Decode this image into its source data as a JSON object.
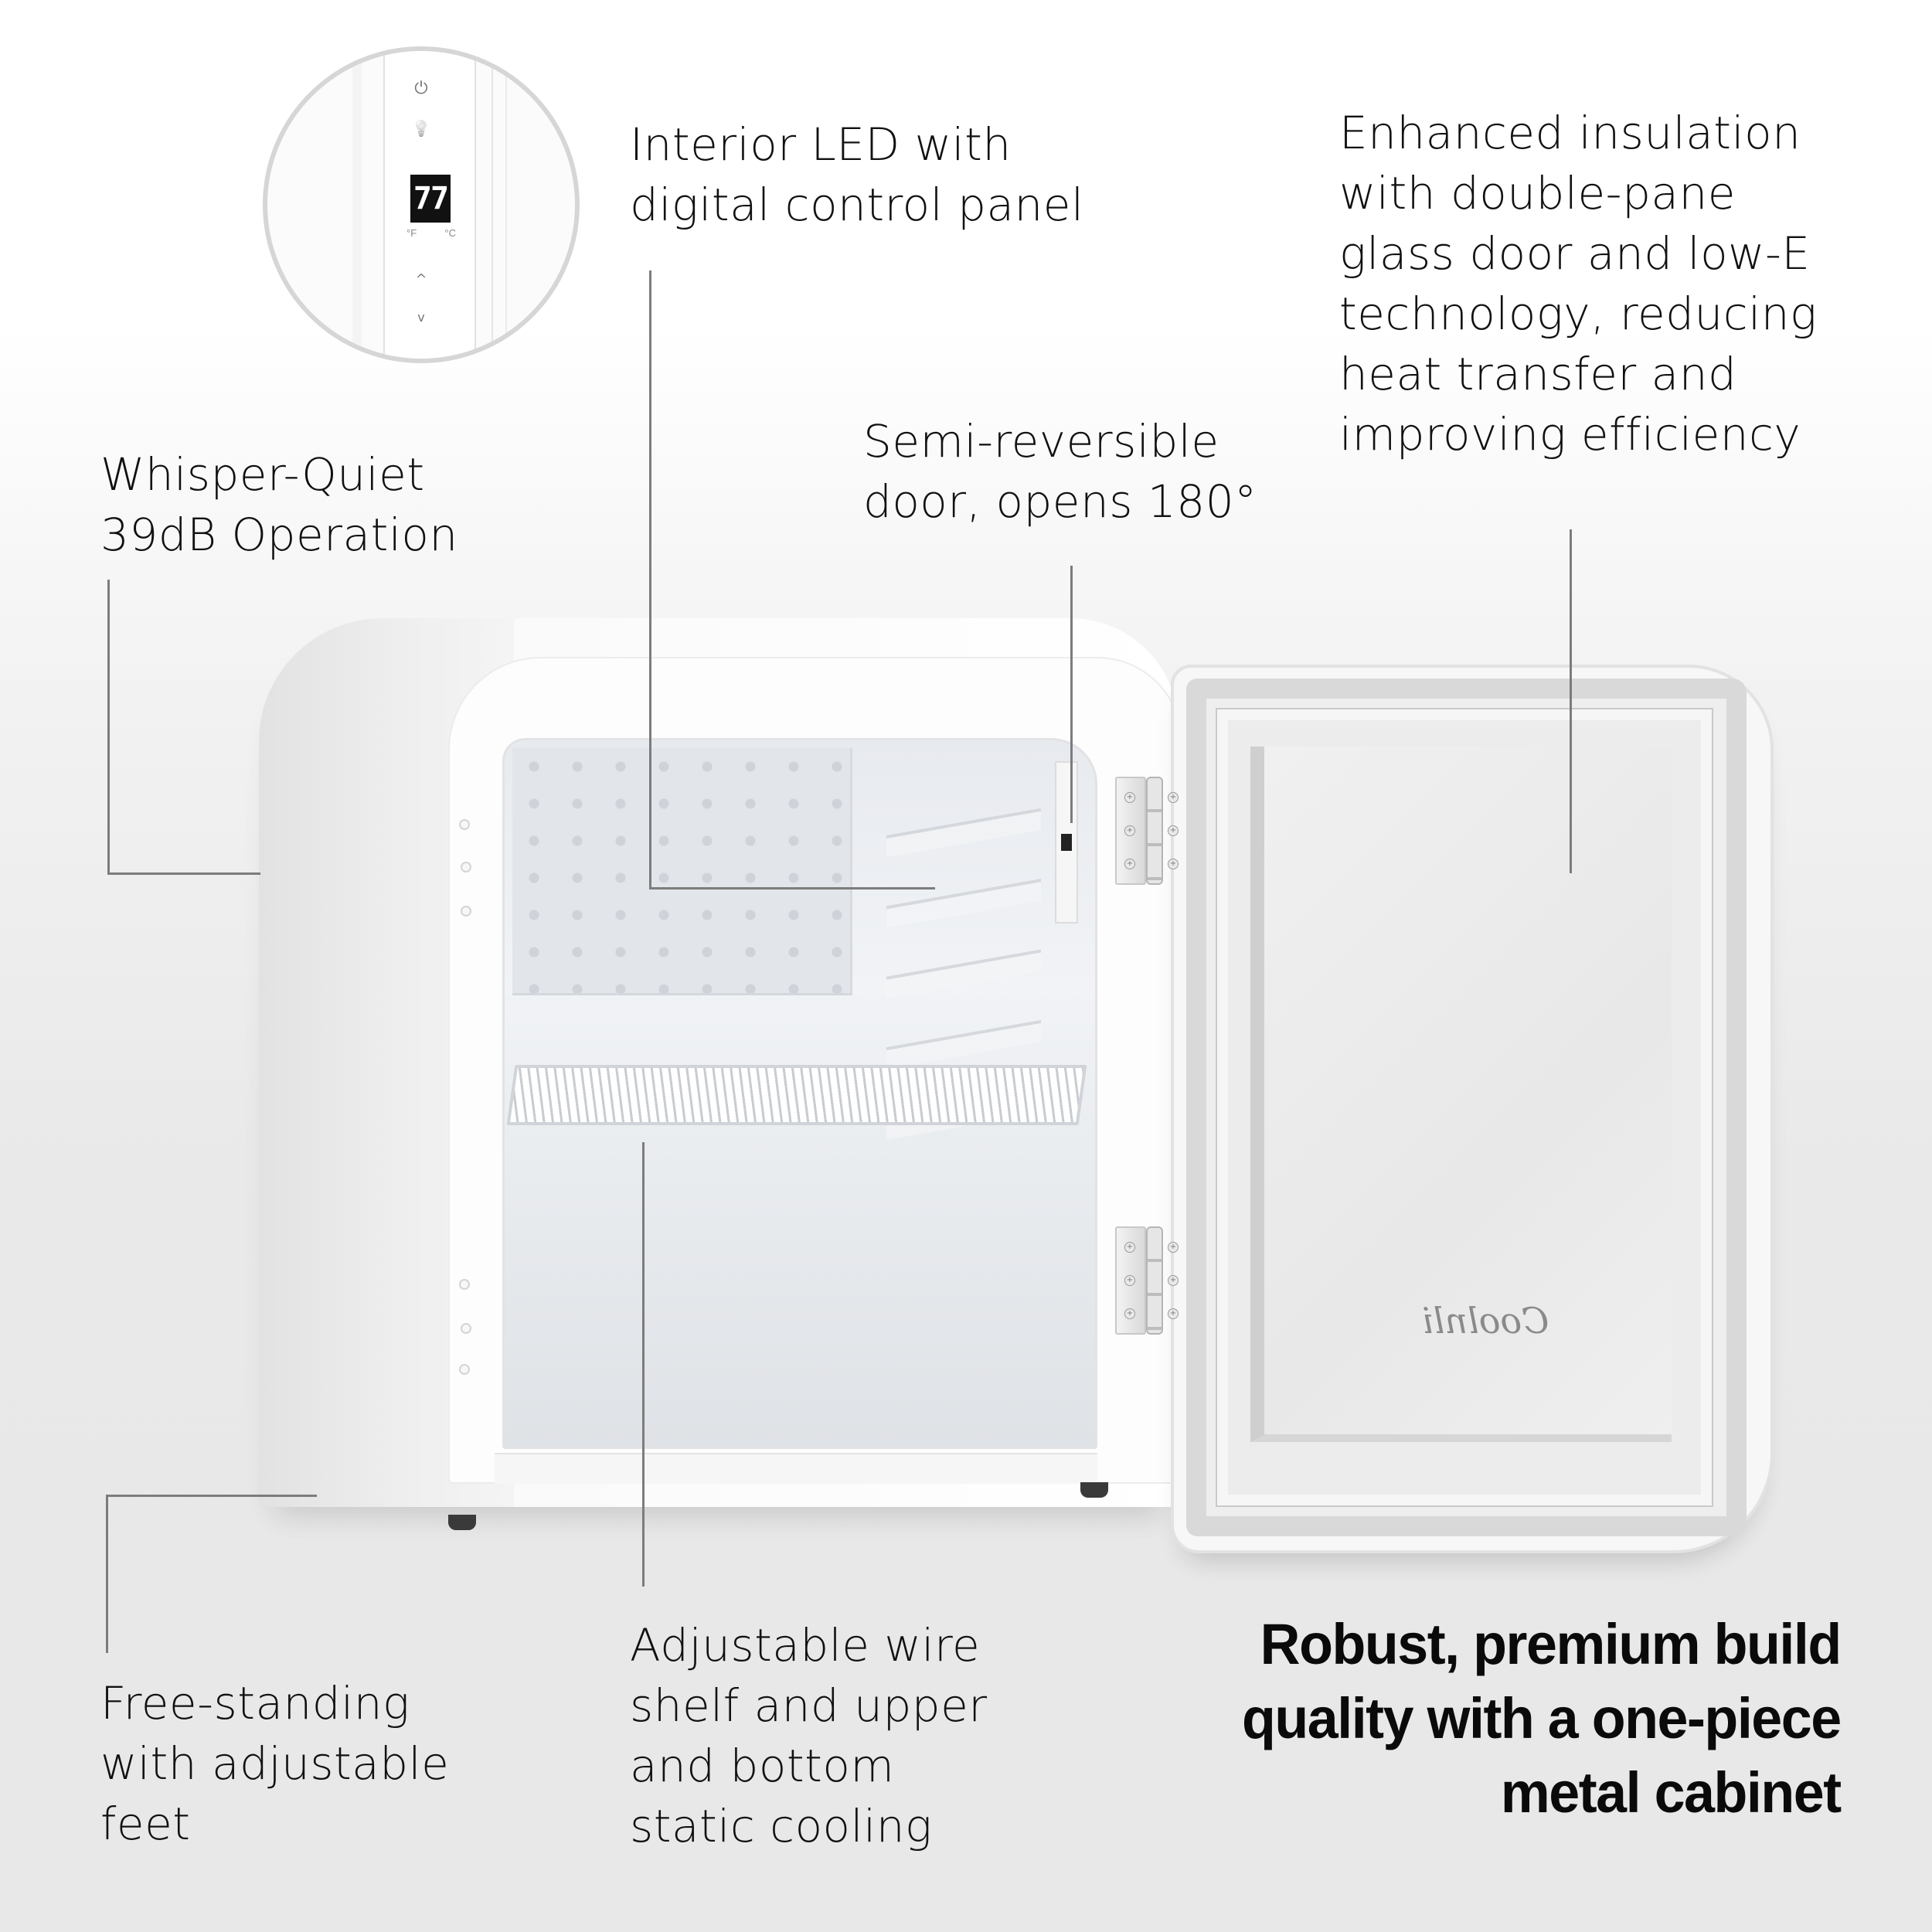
{
  "control_panel_inset": {
    "temperature_display": "77",
    "unit_f": "°F",
    "unit_c": "°C",
    "icons": [
      "power-icon",
      "light-bulb-icon",
      "chevron-up-icon",
      "chevron-down-icon"
    ],
    "power_glyph": "⏻",
    "light_glyph": "💡",
    "up_glyph": "^",
    "down_glyph": "v"
  },
  "features": {
    "interior_led": {
      "lines": [
        "Interior LED with",
        "digital control panel"
      ]
    },
    "insulation": {
      "lines": [
        "Enhanced insulation",
        "with double-pane",
        "glass door and low-E",
        "technology, reducing",
        "heat transfer and",
        "improving efficiency"
      ]
    },
    "quiet": {
      "lines": [
        "Whisper-Quiet",
        "39dB Operation"
      ]
    },
    "reversible_door": {
      "lines": [
        "Semi-reversible",
        "door, opens 180°"
      ]
    },
    "free_standing": {
      "lines": [
        "Free-standing",
        "with adjustable",
        "feet"
      ]
    },
    "shelf_cooling": {
      "lines": [
        "Adjustable wire",
        "shelf and upper",
        "and bottom",
        "static cooling"
      ]
    }
  },
  "headline": {
    "lines": [
      "Robust, premium build",
      "quality with a one-piece",
      "metal cabinet"
    ]
  },
  "product": {
    "brand_mark": "Coolnli",
    "colors": {
      "cabinet": "#fafafa",
      "door_gasket": "#d9d9d9",
      "callout_line": "#7c7c7c",
      "background_bottom": "#e8e8e8",
      "text": "#111111"
    }
  }
}
